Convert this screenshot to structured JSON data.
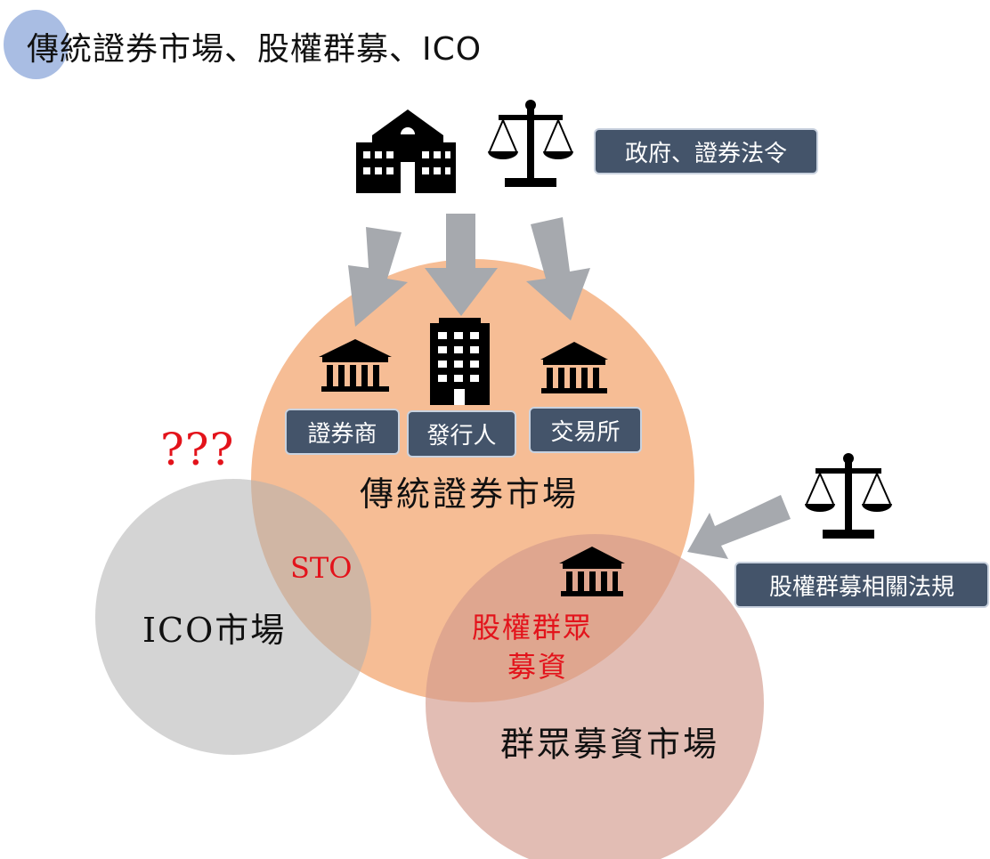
{
  "title": "傳統證券市場、股權群募、ICO",
  "labels": {
    "gov_law": "政府、證券法令",
    "broker": "證券商",
    "issuer": "發行人",
    "exchange": "交易所",
    "equity_crowd_law": "股權群募相關法規",
    "traditional_market": "傳統證券市場",
    "ico_market": "ICO市場",
    "crowdfunding_market": "群眾募資市場",
    "sto": "STO",
    "equity_crowdfunding_line1": "股權群眾",
    "equity_crowdfunding_line2": "募資",
    "question": "???"
  },
  "colors": {
    "traditional_circle": "#f4b183",
    "crowdfunding_circle": "#d9a89a",
    "ico_circle": "#bfbfbf",
    "arrow": "#a6a9ae",
    "tag_bg": "#44546a",
    "highlight_text": "#e3131b"
  },
  "icons": [
    "school-building-icon",
    "scale-icon",
    "bank-icon",
    "office-building-icon"
  ]
}
